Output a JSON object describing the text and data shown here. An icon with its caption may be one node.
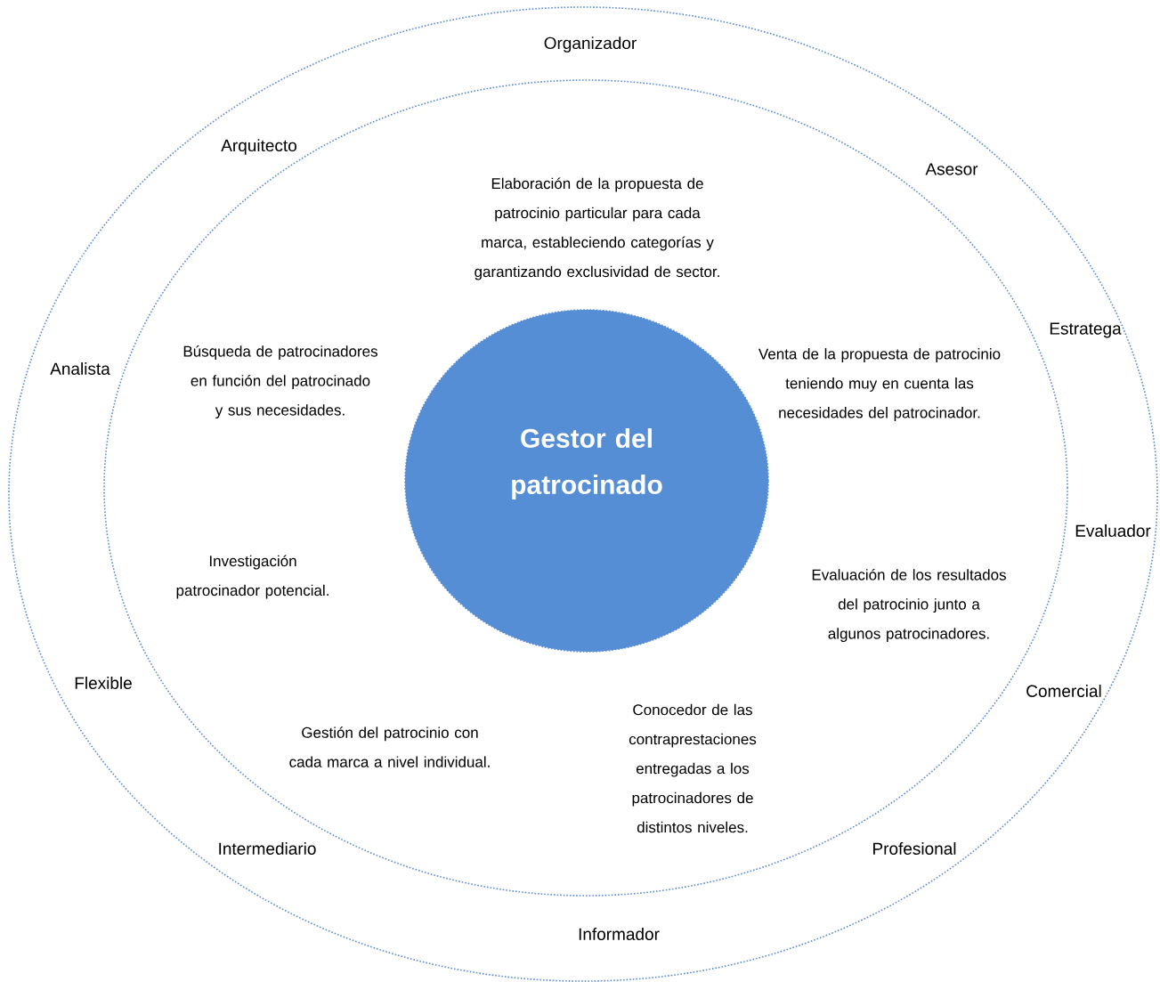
{
  "diagram": {
    "nodes": [
      {
        "text": [
          "Organizador",
          "Arquitecto",
          "Asesor",
          "Analista",
          "Estratega",
          "Evaluador",
          "Flexible",
          "Comercial",
          "Intermediario",
          "Profesional",
          "Informador"
        ]
      },
      {
        "text": [
          "Elaboración de la propuesta de patrocinio particular para cada marca, estableciendo categorías y garantizando exclusividad de sector.",
          "Búsqueda de patrocinadores en función del patrocinado y sus necesidades.",
          "Venta de la propuesta de patrocinio teniendo muy en cuenta las necesidades del patrocinador.",
          "Investigación patrocinador potencial.",
          "Evaluación de los resultados del patrocinio junto a algunos patrocinadores.",
          "Gestión del patrocinio con cada marca a nivel individual.",
          "Conocedor de las contraprestaciones entregadas a los patrocinadores de distintos niveles."
        ],
        "in": 0
      },
      {
        "text": [
          "Gestor del patrocinado"
        ],
        "in": 1
      }
    ],
    "edges": []
  }
}
